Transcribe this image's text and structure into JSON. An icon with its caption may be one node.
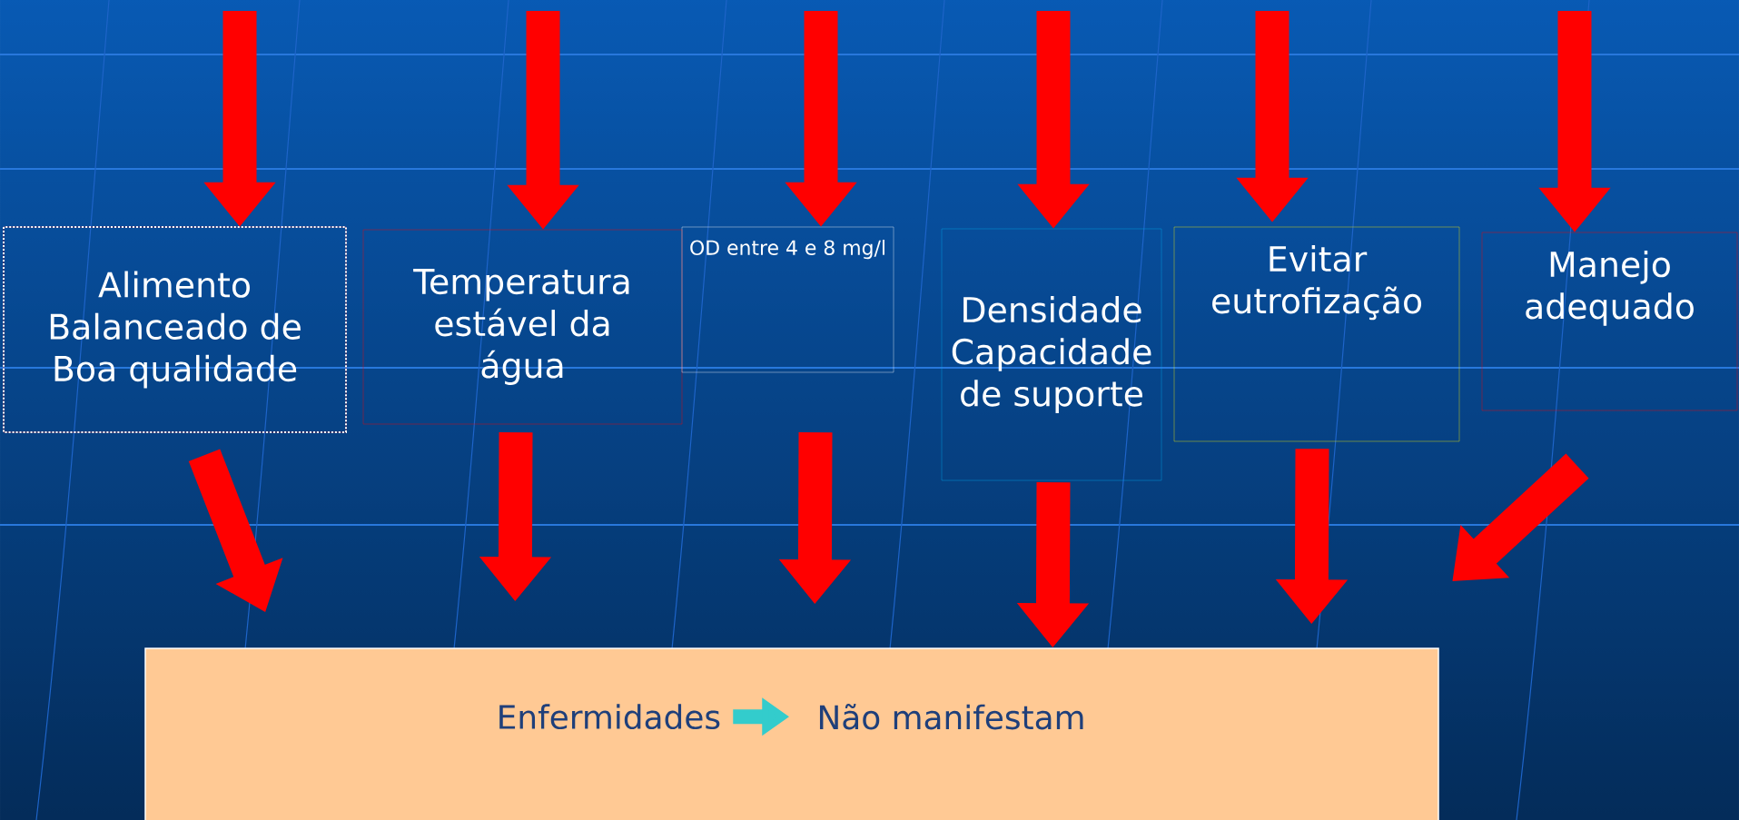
{
  "diagram": {
    "nodes": [
      {
        "text": [
          "Alimento Balanceado de Boa qualidade"
        ]
      },
      {
        "text": [
          "Temperatura estável da água"
        ]
      },
      {
        "text": [
          "OD entre 4 e 8 mg/l"
        ]
      },
      {
        "text": [
          "Densidade Capacidade de suporte"
        ]
      },
      {
        "text": [
          "Evitar eutrofização"
        ]
      },
      {
        "text": [
          "Manejo adequado"
        ]
      },
      {
        "text": [],
        "shape": "box"
      },
      {
        "text": [
          "Enfermidades"
        ],
        "in": 6
      },
      {
        "text": [
          "Não manifestam"
        ],
        "in": 6
      }
    ],
    "edges": [
      {
        "from": null,
        "to": 0,
        "arrow": "to"
      },
      {
        "from": null,
        "to": 1,
        "arrow": "to"
      },
      {
        "from": null,
        "to": 2,
        "arrow": "to"
      },
      {
        "from": null,
        "to": 3,
        "arrow": "to"
      },
      {
        "from": null,
        "to": 4,
        "arrow": "to"
      },
      {
        "from": null,
        "to": 5,
        "arrow": "to"
      },
      {
        "from": 0,
        "to": 6,
        "arrow": "to"
      },
      {
        "from": 1,
        "to": 6,
        "arrow": "to"
      },
      {
        "from": 2,
        "to": 6,
        "arrow": "to"
      },
      {
        "from": 3,
        "to": 6,
        "arrow": "to"
      },
      {
        "from": 4,
        "to": 6,
        "arrow": "to"
      },
      {
        "from": 5,
        "to": 6,
        "arrow": "to"
      },
      {
        "from": 7,
        "to": 8,
        "arrow": "to",
        "color": "#33cccc"
      }
    ]
  }
}
